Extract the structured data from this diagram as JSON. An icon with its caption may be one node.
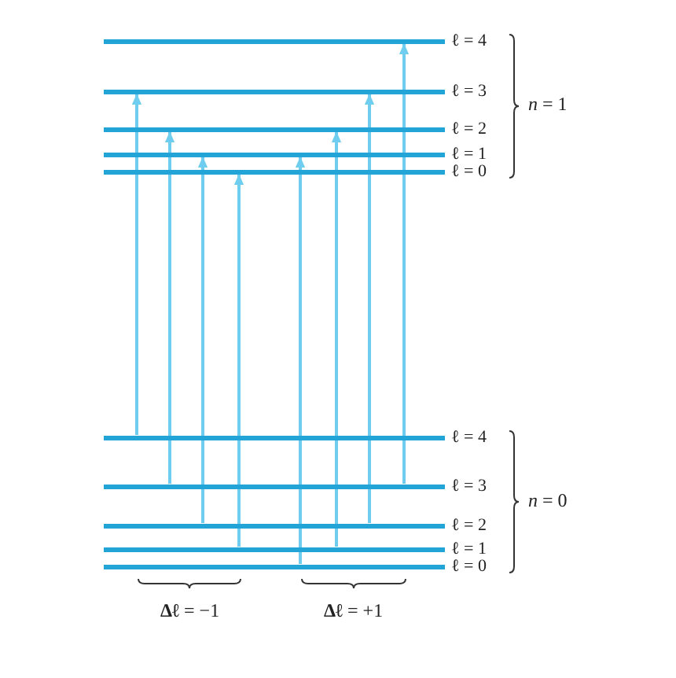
{
  "diagram": {
    "nodes": [
      {
        "text": [
          "ℓ = 4"
        ]
      },
      {
        "text": [
          "ℓ = 3"
        ]
      },
      {
        "text": [
          "ℓ = 2"
        ]
      },
      {
        "text": [
          "ℓ = 1"
        ]
      },
      {
        "text": [
          "ℓ = 0"
        ]
      },
      {
        "text": [
          "ℓ = 4"
        ]
      },
      {
        "text": [
          "ℓ = 3"
        ]
      },
      {
        "text": [
          "ℓ = 2"
        ]
      },
      {
        "text": [
          "ℓ = 1"
        ]
      },
      {
        "text": [
          "ℓ = 0"
        ]
      }
    ],
    "edges": [
      {
        "from": 5,
        "to": 1,
        "arrow": "to"
      },
      {
        "from": 6,
        "to": 2,
        "arrow": "to"
      },
      {
        "from": 7,
        "to": 3,
        "arrow": "to"
      },
      {
        "from": 8,
        "to": 4,
        "arrow": "to"
      },
      {
        "from": 9,
        "to": 3,
        "arrow": "to"
      },
      {
        "from": 8,
        "to": 2,
        "arrow": "to"
      },
      {
        "from": 7,
        "to": 1,
        "arrow": "to"
      },
      {
        "from": 6,
        "to": 0,
        "arrow": "to"
      }
    ],
    "labels": [
      "*n* = 1",
      "*n* = 0",
      "**Δℓ** = −1",
      "**Δℓ** = +1"
    ]
  }
}
